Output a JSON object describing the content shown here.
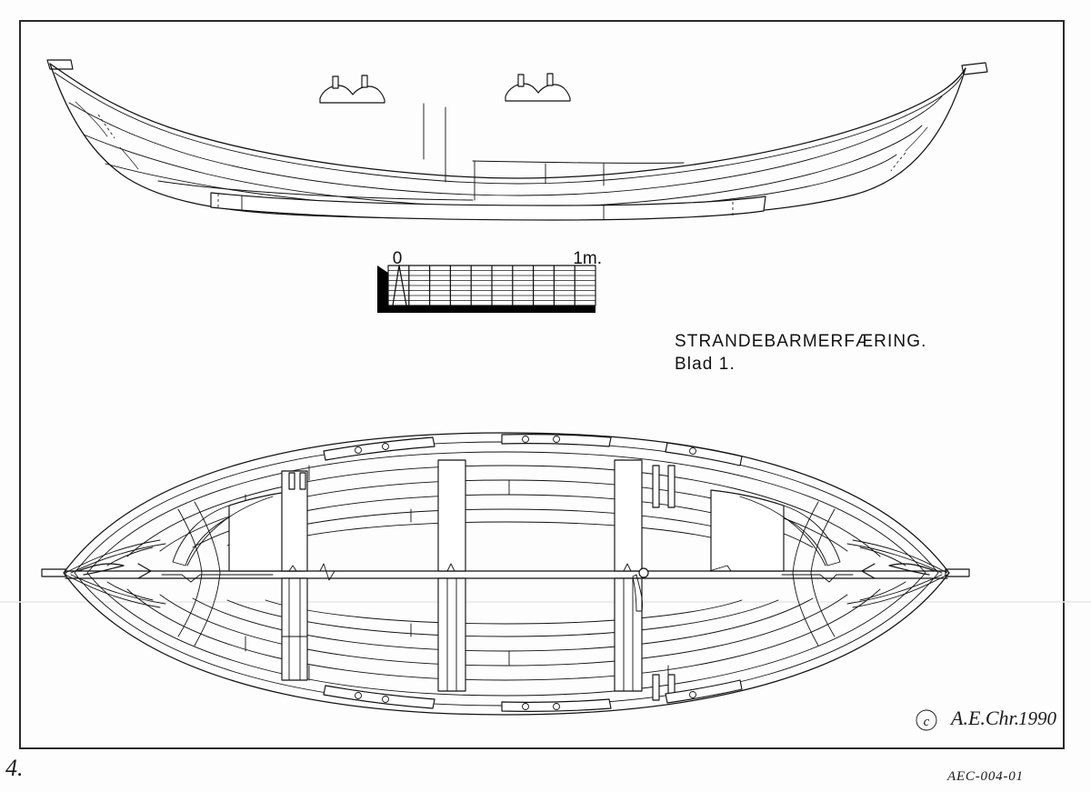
{
  "document": {
    "title": "STRANDEBARMERFÆRING.",
    "sheet_label": "Blad 1.",
    "page_number": "4.",
    "catalog_number": "AEC-004-01",
    "copyright_mark": "c",
    "signature": "A.E.Chr.",
    "year": "1990",
    "medium": "ink-line-drawing",
    "paper_color": "#fdfdfd",
    "ink_color": "#111111",
    "border_color": "#2a2a2a"
  },
  "scale_bar": {
    "left_label": "0",
    "right_label": "1m.",
    "unit": "meter",
    "total_length_m": 1,
    "major_divisions": 10,
    "minor_horizontal_lines": 8,
    "has_vernier_wedge": true,
    "has_drop_shadow": true,
    "bar_fill": "#ffffff",
    "shadow_fill": "#000000"
  },
  "views": [
    {
      "id": "profile",
      "name": "Side elevation / sheer plan",
      "position": "top",
      "strake_count": 5,
      "has_thole_pin_blocks": true,
      "thole_pin_block_count": 2,
      "pins_per_block": 2,
      "keel_shown": true
    },
    {
      "id": "plan",
      "name": "Plan view / deck and interior arrangement",
      "position": "bottom",
      "thwart_count": 3,
      "frame_count": 2,
      "gunwale_fastening_hole_pairs": 6,
      "keel_centerline_shown": true,
      "stem_and_stern_pointed": true
    }
  ],
  "annotations": {
    "faint_scan_line": true,
    "background_speckle": true
  }
}
